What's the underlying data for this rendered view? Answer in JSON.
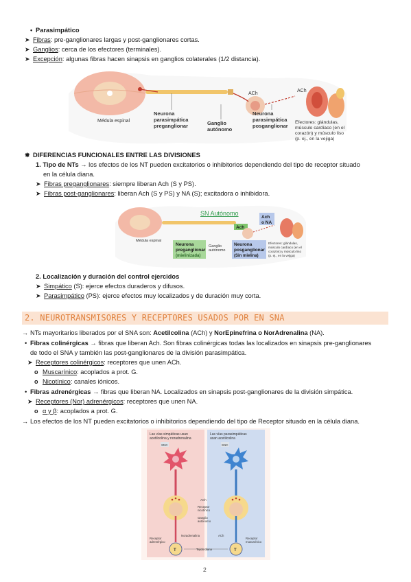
{
  "para": {
    "title": "Parasimpático",
    "fibras_label": "Fibras",
    "fibras_text": ": pre-ganglionares largas y post-ganglionares cortas.",
    "ganglios_label": "Ganglios",
    "ganglios_text": ": cerca de los efectores (terminales).",
    "excepcion_label": "Excepción",
    "excepcion_text": ": algunas fibras hacen sinapsis en ganglios colaterales (1/2 distancia)."
  },
  "fig1": {
    "medula": "Médula espinal",
    "neurona_pre": [
      "Neurona",
      "parasimpática",
      "preganglionar"
    ],
    "ganglio": [
      "Ganglio",
      "autónomo"
    ],
    "neurona_pos": [
      "Neurona",
      "parasimpática",
      "posganglionar"
    ],
    "ach1": "ACh",
    "ach2": "ACh",
    "efectores": [
      "Efectores: glándulas,",
      "músculo cardíaco (en el",
      "corazón) y músculo liso",
      "(p. ej., en la vejiga)"
    ]
  },
  "dif": {
    "title": "DIFERENCIAS FUNCIONALES ENTRE LAS DIVISIONES",
    "item1_num": "1.",
    "item1_label": "Tipo de NTs",
    "item1_text": " → los efectos de los NT pueden excitatorios o inhibitorios dependiendo del tipo de receptor situado",
    "item1_text2": "en la célula diana.",
    "pre_label": "Fibras preganglionares",
    "pre_text": ": siempre liberan Ach (S y PS).",
    "post_label": "Fibras post-ganglionares",
    "post_text": ": liberan Ach (S y PS) y NA (S); excitadora o inhibidora."
  },
  "fig2": {
    "title": "SN Autónomo",
    "ach": "Ach",
    "ach_na": [
      "Ach",
      "o NA"
    ],
    "medula": "Médula espinal",
    "neurona_pre": [
      "Neurona",
      "preganglionar",
      "(mielinizada)"
    ],
    "ganglio": [
      "Ganglio",
      "autónomo"
    ],
    "neurona_pos": [
      "Neurona",
      "posganglionar",
      "(Sin mielina)"
    ],
    "efectores": [
      "Efectores: glándulas,",
      "músculo cardíaco (en el",
      "corazón) y músculo liso",
      "(p. ej., en la vejiga)"
    ]
  },
  "loc": {
    "num": "2.",
    "title": "Localización y duración del control ejercidos",
    "simp_label": "Simpático",
    "simp_text": " (S): ejerce efectos duraderos y difusos.",
    "para_label": "Parasimpático",
    "para_text": " (PS): ejerce efectos muy localizados y de duración muy corta."
  },
  "section2": {
    "heading": "2. NEUROTRANSMISORES Y RECEPTORES USADOS POR EN SNA",
    "l1_a": "NTs mayoritarios liberados por el SNA son: ",
    "l1_b": "Acetilcolina",
    "l1_c": " (ACh) y ",
    "l1_d": "NorEpinefrina o NorAdrenalina",
    "l1_e": " (NA).",
    "col_label": "Fibras colinérgicas",
    "col_text": " → fibras que liberan Ach. Son fibras colinérgicas todas las localizados en sinapsis pre-ganglionares",
    "col_text2": "de todo el SNA y también las post-ganglionares de la división parasimpática.",
    "rcol_label": "Receptores colinérgicos",
    "rcol_text": ": receptores que unen ACh.",
    "musc_label": "Muscarínico",
    "musc_text": ": acoplados a prot. G.",
    "nico_label": "Nicotínico",
    "nico_text": ": canales iónicos.",
    "adr_label": "Fibras adrenérgicas",
    "adr_text": " → fibras que liberan NA. Localizados en sinapsis post-ganglionares de la división simpática.",
    "radr_label": "Receptores (Nor) adrenérgicos",
    "radr_text": ": receptores que unen NA.",
    "ab_label": "α y β",
    "ab_text": ": acoplados a prot. G.",
    "last": "Los efectos de los NT pueden excitatorios o inhibitorios dependiendo del tipo de Receptor situado en la célula diana."
  },
  "fig3": {
    "left_title": [
      "Las vías simpáticas usan",
      "acetilcolina y noradrenalina"
    ],
    "right_title": [
      "Las vías parasimpáticas",
      "usan acetilcolina"
    ],
    "snc1": "SNC",
    "snc2": "SNC",
    "ach": "ACh",
    "receptor_nic": [
      "Receptor",
      "nicotínico"
    ],
    "ganglio": [
      "Ganglio",
      "autónomo"
    ],
    "noradrenalina": "Noradrenalina",
    "ach2": "ACh",
    "receptor_adr": [
      "Receptor",
      "adrenérgico"
    ],
    "receptor_musc": [
      "Receptor",
      "muscarínico"
    ],
    "tejido": "Tejido diana",
    "t1": "T",
    "t2": "T"
  },
  "page_number": "2",
  "colors": {
    "accent": "#e0823e",
    "heading_bg": "#fbe3d2",
    "green": "#2e9a4a",
    "box_green": "#a8d89a",
    "left_panel": "#f6d4d0",
    "right_panel": "#cfdcf0"
  }
}
